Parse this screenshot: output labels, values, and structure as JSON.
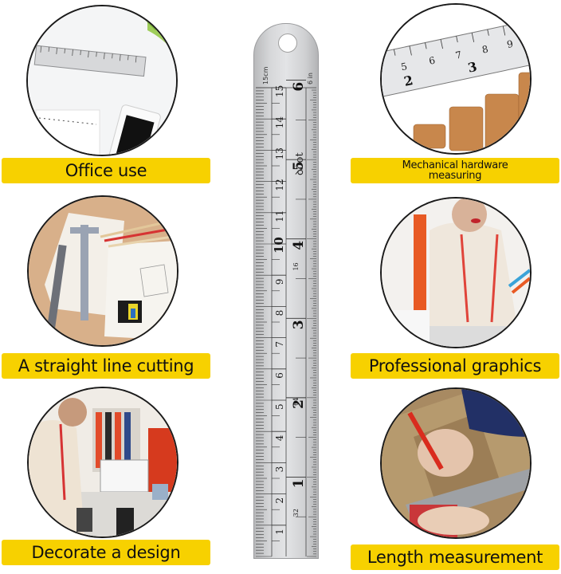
{
  "panels": [
    {
      "id": "office-use",
      "label": "Office use",
      "scene": "desk with ruler, smartphone, notepad and plant"
    },
    {
      "id": "mechanical-hardware-measuring",
      "label_lines": [
        "Mechanical hardware",
        "measuring"
      ],
      "scene": "steel ruler above stacks of coins"
    },
    {
      "id": "straight-line-cutting",
      "label": "A straight line cutting",
      "scene": "caliper, ruler, pencils, tape measure on drawings"
    },
    {
      "id": "professional-graphics",
      "label": "Professional graphics",
      "scene": "designer with tape measure drawing at table"
    },
    {
      "id": "decorate-design",
      "label": "Decorate a design",
      "scene": "tailor drawing in sewing studio"
    },
    {
      "id": "length-measurement",
      "label": "Length measurement",
      "scene": "hand marking wood with red pencil and steel square"
    }
  ],
  "ruler": {
    "unit_cm_label": "15cm",
    "unit_in_label": "6 in",
    "brand": "ꝺoot",
    "cm_numbers": [
      "1",
      "2",
      "3",
      "4",
      "5",
      "6",
      "7",
      "8",
      "9",
      "10",
      "11",
      "12",
      "13",
      "14",
      "15"
    ],
    "inch_numbers": [
      "1",
      "2",
      "3",
      "4",
      "5",
      "6"
    ],
    "fraction_labels": [
      "32",
      "64",
      "16"
    ]
  },
  "colors": {
    "label_bg": "#F7D100",
    "label_text": "#111111",
    "circle_border": "#1a1a1a"
  }
}
